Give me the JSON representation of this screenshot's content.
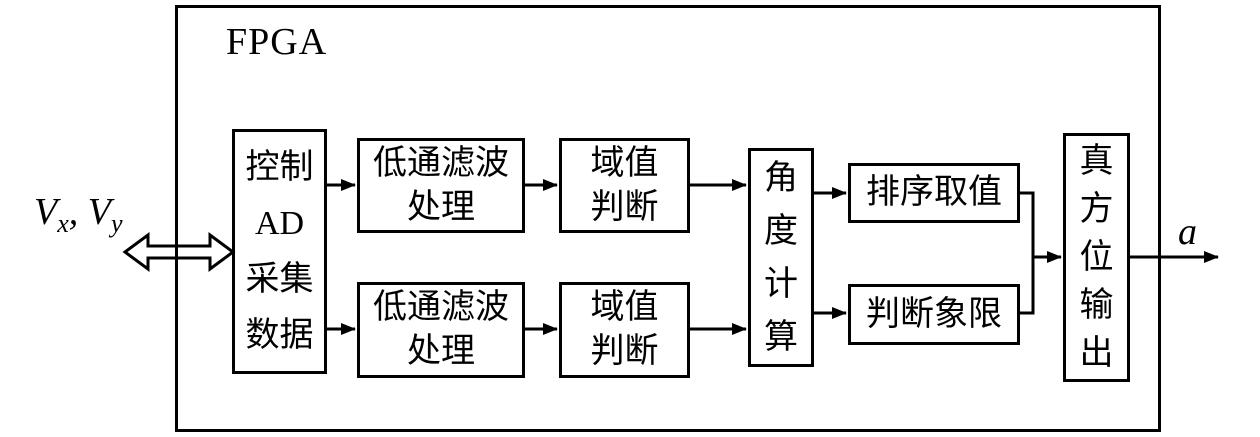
{
  "diagram": {
    "title": "FPGA",
    "input_signal": {
      "v1": "V",
      "v1_sub": "x",
      "separator": ", ",
      "v2": "V",
      "v2_sub": "y"
    },
    "output_signal": "a",
    "blocks": {
      "adc": {
        "lines": [
          "控制",
          "AD",
          "采集",
          "数据"
        ]
      },
      "lpf_top": {
        "lines": [
          "低通滤波",
          "处理"
        ]
      },
      "threshold_top": {
        "lines": [
          "域值",
          "判断"
        ]
      },
      "lpf_bottom": {
        "lines": [
          "低通滤波",
          "处理"
        ]
      },
      "threshold_bottom": {
        "lines": [
          "域值",
          "判断"
        ]
      },
      "angle": {
        "lines": [
          "角",
          "度",
          "计",
          "算"
        ]
      },
      "sort": {
        "lines": [
          "排序取值"
        ]
      },
      "quadrant": {
        "lines": [
          "判断象限"
        ]
      },
      "azimuth": {
        "lines": [
          "真",
          "方",
          "位",
          "输",
          "出"
        ]
      }
    },
    "colors": {
      "stroke": "#000000",
      "background": "#ffffff"
    }
  }
}
